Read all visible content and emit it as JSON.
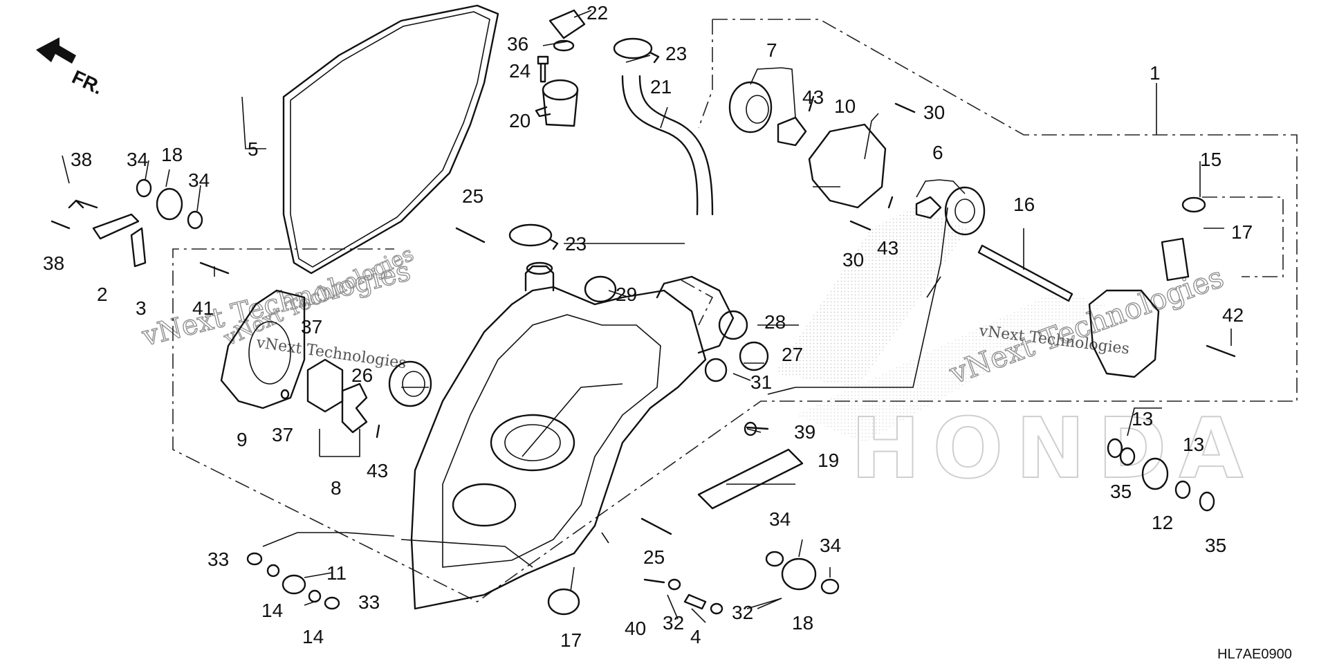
{
  "diagram": {
    "direction_marker": "FR.",
    "diagram_code": "HL7AE0900",
    "watermark": "vNext Technologies",
    "background_brand": "HONDA",
    "callouts": [
      {
        "id": "c1",
        "text": "1"
      },
      {
        "id": "c2",
        "text": "2"
      },
      {
        "id": "c3",
        "text": "3"
      },
      {
        "id": "c4",
        "text": "4"
      },
      {
        "id": "c5",
        "text": "5"
      },
      {
        "id": "c6",
        "text": "6"
      },
      {
        "id": "c7",
        "text": "7"
      },
      {
        "id": "c8",
        "text": "8"
      },
      {
        "id": "c9",
        "text": "9"
      },
      {
        "id": "c10",
        "text": "10"
      },
      {
        "id": "c11",
        "text": "11"
      },
      {
        "id": "c12",
        "text": "12"
      },
      {
        "id": "c13a",
        "text": "13"
      },
      {
        "id": "c13b",
        "text": "13"
      },
      {
        "id": "c14a",
        "text": "14"
      },
      {
        "id": "c14b",
        "text": "14"
      },
      {
        "id": "c15",
        "text": "15"
      },
      {
        "id": "c16",
        "text": "16"
      },
      {
        "id": "c17a",
        "text": "17"
      },
      {
        "id": "c17b",
        "text": "17"
      },
      {
        "id": "c18a",
        "text": "18"
      },
      {
        "id": "c18b",
        "text": "18"
      },
      {
        "id": "c19",
        "text": "19"
      },
      {
        "id": "c20",
        "text": "20"
      },
      {
        "id": "c21",
        "text": "21"
      },
      {
        "id": "c22",
        "text": "22"
      },
      {
        "id": "c23a",
        "text": "23"
      },
      {
        "id": "c23b",
        "text": "23"
      },
      {
        "id": "c24",
        "text": "24"
      },
      {
        "id": "c25a",
        "text": "25"
      },
      {
        "id": "c25b",
        "text": "25"
      },
      {
        "id": "c26",
        "text": "26"
      },
      {
        "id": "c27",
        "text": "27"
      },
      {
        "id": "c28",
        "text": "28"
      },
      {
        "id": "c29",
        "text": "29"
      },
      {
        "id": "c30a",
        "text": "30"
      },
      {
        "id": "c30b",
        "text": "30"
      },
      {
        "id": "c31",
        "text": "31"
      },
      {
        "id": "c32a",
        "text": "32"
      },
      {
        "id": "c32b",
        "text": "32"
      },
      {
        "id": "c33a",
        "text": "33"
      },
      {
        "id": "c33b",
        "text": "33"
      },
      {
        "id": "c34a",
        "text": "34"
      },
      {
        "id": "c34b",
        "text": "34"
      },
      {
        "id": "c34c",
        "text": "34"
      },
      {
        "id": "c34d",
        "text": "34"
      },
      {
        "id": "c35a",
        "text": "35"
      },
      {
        "id": "c35b",
        "text": "35"
      },
      {
        "id": "c36",
        "text": "36"
      },
      {
        "id": "c37a",
        "text": "37"
      },
      {
        "id": "c37b",
        "text": "37"
      },
      {
        "id": "c38a",
        "text": "38"
      },
      {
        "id": "c38b",
        "text": "38"
      },
      {
        "id": "c39",
        "text": "39"
      },
      {
        "id": "c40",
        "text": "40"
      },
      {
        "id": "c41",
        "text": "41"
      },
      {
        "id": "c42",
        "text": "42"
      },
      {
        "id": "c43a",
        "text": "43"
      },
      {
        "id": "c43b",
        "text": "43"
      },
      {
        "id": "c43c",
        "text": "43"
      }
    ]
  }
}
